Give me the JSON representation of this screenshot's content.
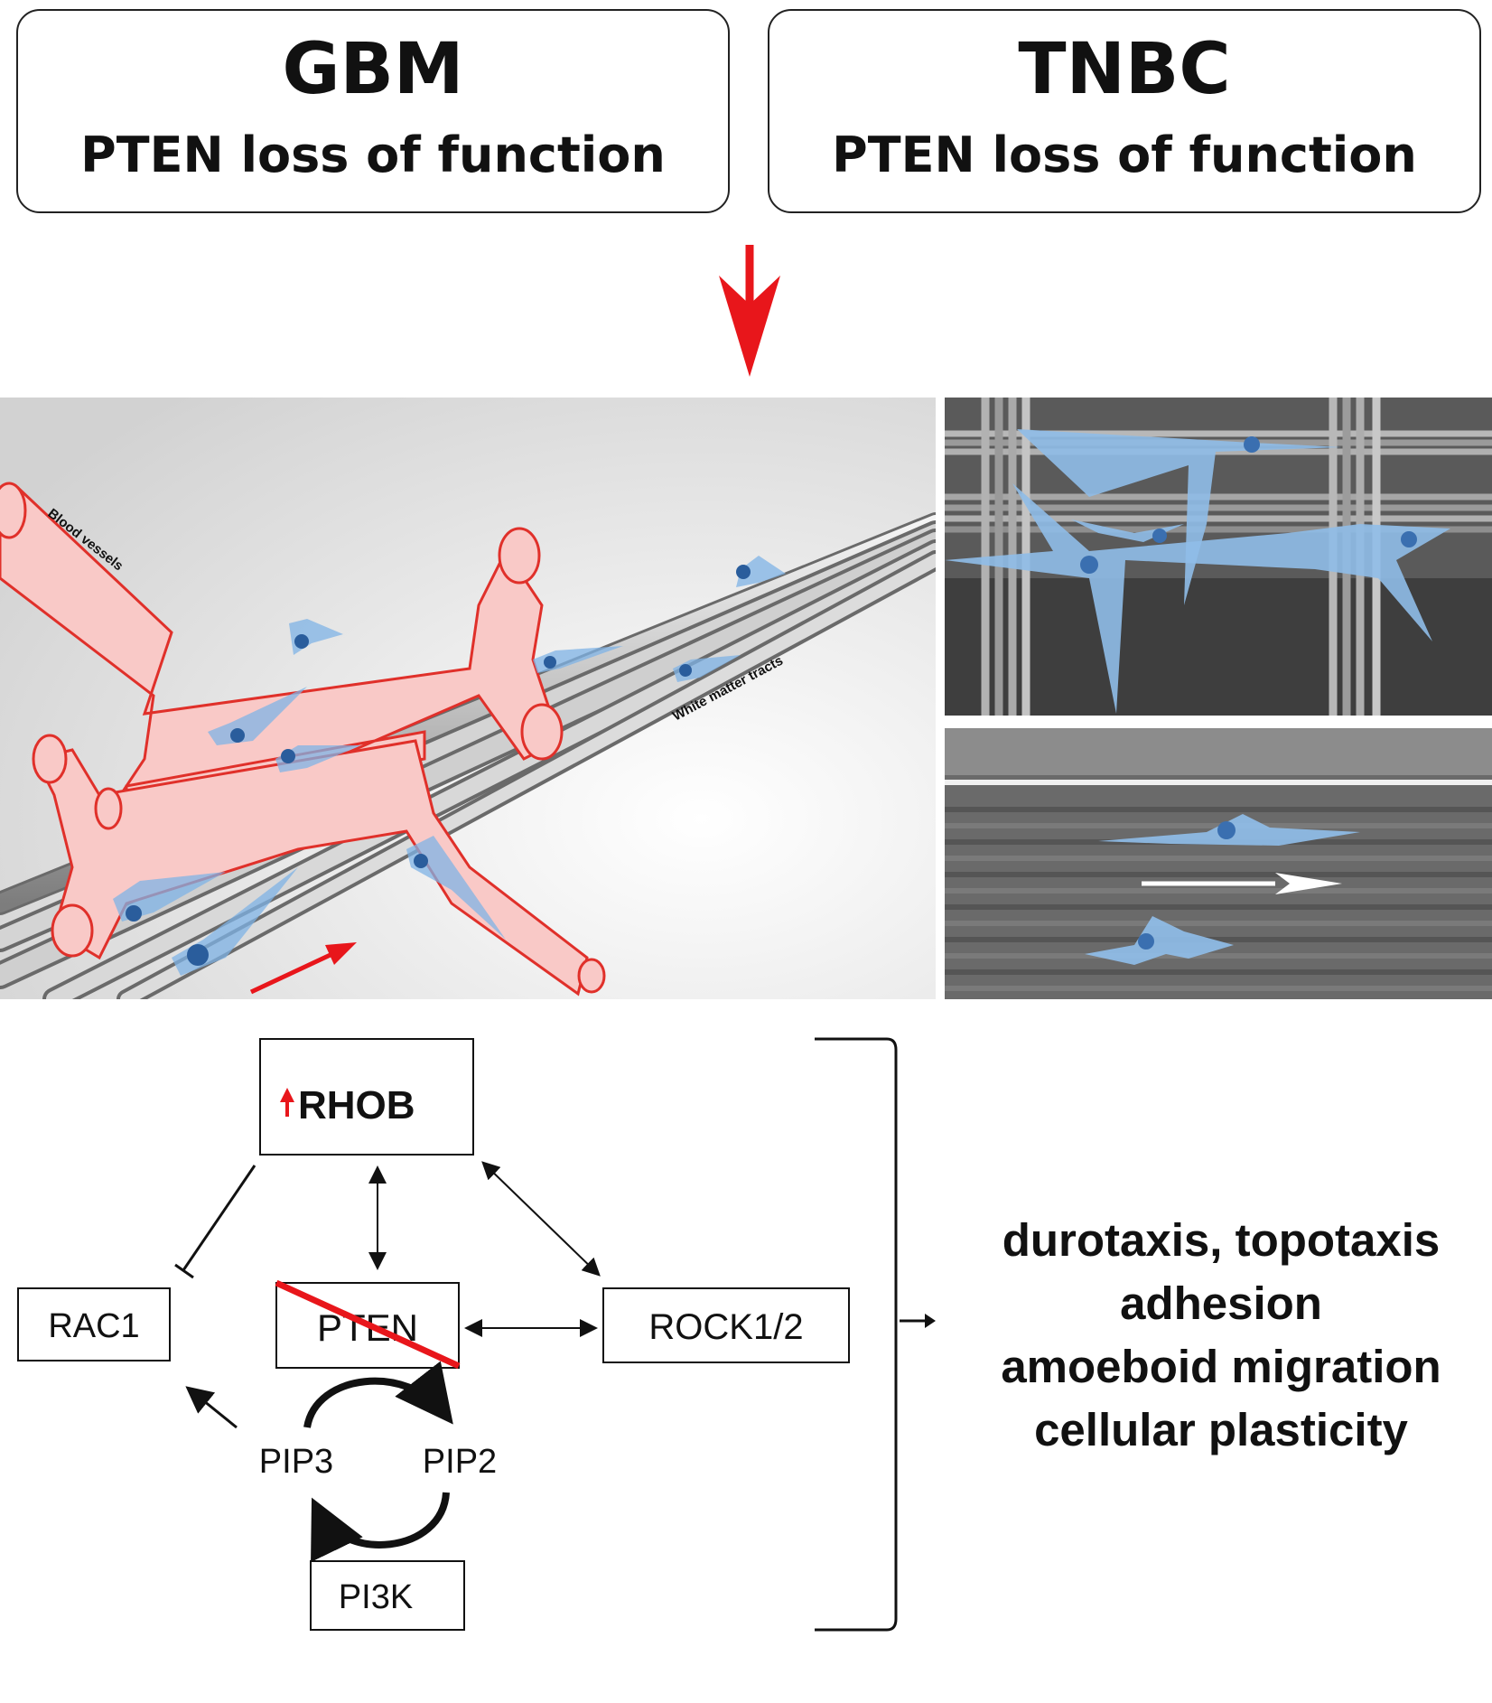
{
  "top_boxes": {
    "gbm": {
      "title": "GBM",
      "subtitle": "PTEN loss of function"
    },
    "tnbc": {
      "title": "TNBC",
      "subtitle": "PTEN loss of function"
    }
  },
  "illustration_labels": {
    "blood_vessels": "Blood vessels",
    "white_matter": "White matter tracts"
  },
  "pathway": {
    "rhob": "RHOB",
    "rac1": "RAC1",
    "pten": "PTEN",
    "rock": "ROCK1/2",
    "pip3": "PIP3",
    "pip2": "PIP2",
    "pi3k": "PI3K"
  },
  "outcomes": [
    "durotaxis, topotaxis",
    "adhesion",
    "amoeboid migration",
    "cellular plasticity"
  ],
  "colors": {
    "arrow_red": "#e8161b",
    "vessel_fill": "#f9c9c7",
    "vessel_stroke": "#e0302a",
    "cell_blue": "#7fb3e6",
    "nucleus": "#2a5d9c"
  }
}
